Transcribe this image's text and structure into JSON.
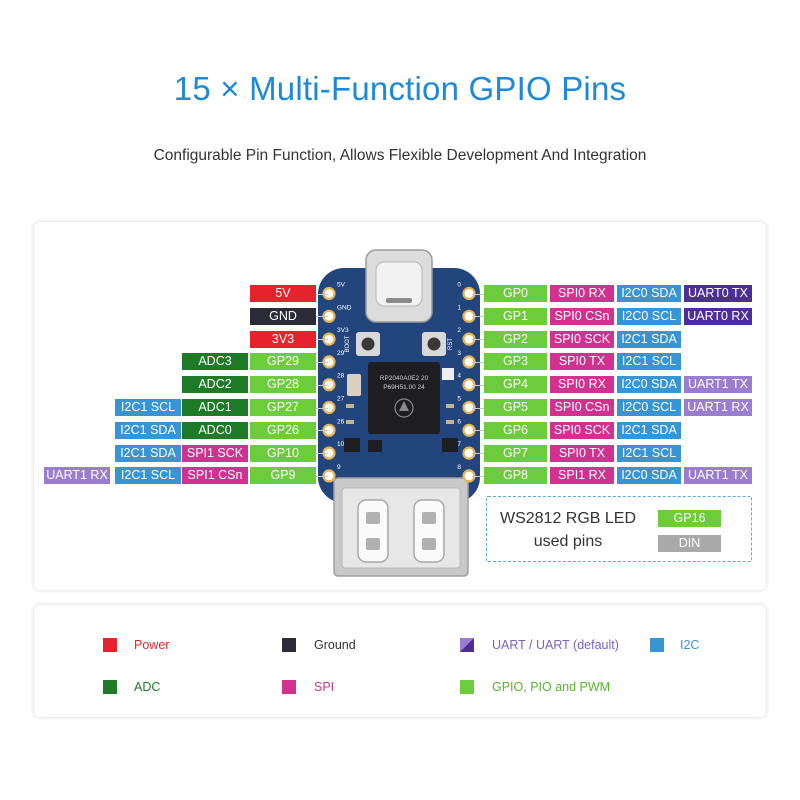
{
  "header": {
    "title": "15 × Multi-Function GPIO Pins",
    "subtitle": "Configurable Pin Function, Allows Flexible Development And Integration"
  },
  "colors": {
    "power": "#e6232c",
    "ground": "#2c2c38",
    "adc": "#1e7a27",
    "gpio": "#6ccc3c",
    "i2c": "#3795d5",
    "spi": "#d1318f",
    "uart_default": "#4d2e99",
    "uart": "#9b7dcf",
    "din": "#a9a9a9",
    "title": "#1d8ad8",
    "board": "#23457e"
  },
  "left_pins": [
    {
      "labels": [
        "5V"
      ]
    },
    {
      "labels": [
        "GND"
      ]
    },
    {
      "labels": [
        "3V3"
      ]
    },
    {
      "labels": [
        "GP29",
        "ADC3"
      ]
    },
    {
      "labels": [
        "GP28",
        "ADC2"
      ]
    },
    {
      "labels": [
        "GP27",
        "ADC1",
        "I2C1 SCL"
      ]
    },
    {
      "labels": [
        "GP26",
        "ADC0",
        "I2C1 SDA"
      ]
    },
    {
      "labels": [
        "GP10",
        "SPI1 SCK",
        "I2C1 SDA"
      ]
    },
    {
      "labels": [
        "GP9",
        "SPI1 CSn",
        "I2C1 SCL",
        "UART1 RX"
      ]
    }
  ],
  "right_pins": [
    {
      "labels": [
        "GP0",
        "SPI0 RX",
        "I2C0 SDA",
        "UART0 TX"
      ]
    },
    {
      "labels": [
        "GP1",
        "SPI0 CSn",
        "I2C0 SCL",
        "UART0 RX"
      ]
    },
    {
      "labels": [
        "GP2",
        "SPI0 SCK",
        "I2C1 SDA"
      ]
    },
    {
      "labels": [
        "GP3",
        "SPI0 TX",
        "I2C1 SCL"
      ]
    },
    {
      "labels": [
        "GP4",
        "SPI0 RX",
        "I2C0 SDA",
        "UART1 TX"
      ]
    },
    {
      "labels": [
        "GP5",
        "SPI0 CSn",
        "I2C0 SCL",
        "UART1 RX"
      ]
    },
    {
      "labels": [
        "GP6",
        "SPI0 SCK",
        "I2C1 SDA"
      ]
    },
    {
      "labels": [
        "GP7",
        "SPI0 TX",
        "I2C1 SCL"
      ]
    },
    {
      "labels": [
        "GP8",
        "SPI1 RX",
        "I2C0 SDA",
        "UART1 TX"
      ]
    }
  ],
  "board": {
    "silk_left": [
      "5V",
      "GND",
      "3V3",
      "29",
      "28",
      "27",
      "26",
      "10",
      "9"
    ],
    "silk_right": [
      "0",
      "1",
      "2",
      "3",
      "4",
      "5",
      "6",
      "7",
      "8"
    ],
    "boot_label": "BOOT",
    "rst_label": "RST",
    "chip_text_1": "RP2040A0E2 20",
    "chip_text_2": "P69H51.00 24"
  },
  "ws2812": {
    "line1": "WS2812 RGB LED",
    "line2": "used pins",
    "gpio_label": "GP16",
    "din_label": "DIN"
  },
  "legend": [
    {
      "label": "Power",
      "swatch": "power",
      "text_color": "#e6232c"
    },
    {
      "label": "Ground",
      "swatch": "ground",
      "text_color": "#333333"
    },
    {
      "label": "UART / UART (default)",
      "swatch": "uart-split",
      "text_color": "#7a62c0"
    },
    {
      "label": "I2C",
      "swatch": "i2c",
      "text_color": "#3795d5"
    },
    {
      "label": "ADC",
      "swatch": "adc",
      "text_color": "#1e7a27"
    },
    {
      "label": "SPI",
      "swatch": "spi",
      "text_color": "#d1318f"
    },
    {
      "label": "GPIO, PIO and PWM",
      "swatch": "gpio",
      "text_color": "#58b52c"
    }
  ]
}
